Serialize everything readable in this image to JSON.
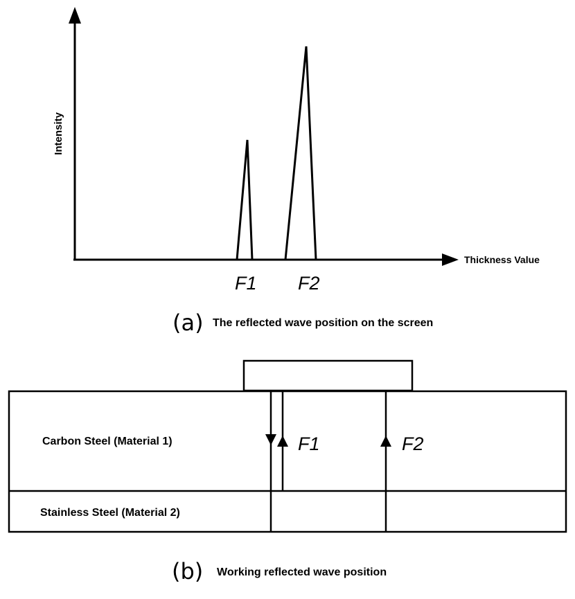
{
  "panel_a": {
    "y_axis_label": "Intensity",
    "x_axis_label": "Thickness Value",
    "peak_labels": [
      "F1",
      "F2"
    ],
    "caption_tag": "(a)",
    "caption_text": "The reflected wave position on the screen"
  },
  "panel_b": {
    "material_1": "Carbon Steel (Material 1)",
    "material_2": "Stainless Steel (Material 2)",
    "wave_labels": [
      "F1",
      "F2"
    ],
    "caption_tag": "(b)",
    "caption_text": "Working reflected wave position"
  }
}
